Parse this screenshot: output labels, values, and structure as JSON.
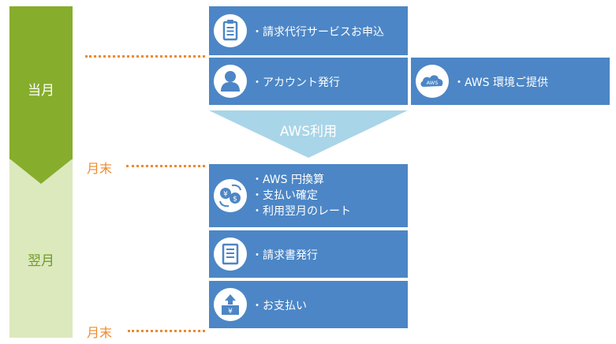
{
  "timeline": {
    "current_month": "当月",
    "next_month": "翌月",
    "month_end_1": "月末",
    "month_end_2": "月末"
  },
  "steps": {
    "apply": "・請求代行サービスお申込",
    "account": "・アカウント発行",
    "aws_provide": "・AWS 環境ご提供",
    "aws_use": "AWS利用",
    "conversion_items": [
      "・AWS 円換算",
      "・支払い確定",
      "・利用翌月のレート"
    ],
    "invoice": "・請求書発行",
    "payment": "・お支払い"
  },
  "icons": {
    "apply": "clipboard-icon",
    "account": "user-icon",
    "aws": "aws-cloud-icon",
    "conversion": "currency-exchange-icon",
    "invoice": "document-icon",
    "payment": "yen-upload-icon",
    "aws_badge": "AWS"
  },
  "colors": {
    "timeline_dark": "#86ad2c",
    "timeline_light": "#dbe9bd",
    "box_blue": "#4c86c6",
    "funnel": "#a9d5e8",
    "dots": "#ee8a2c"
  }
}
